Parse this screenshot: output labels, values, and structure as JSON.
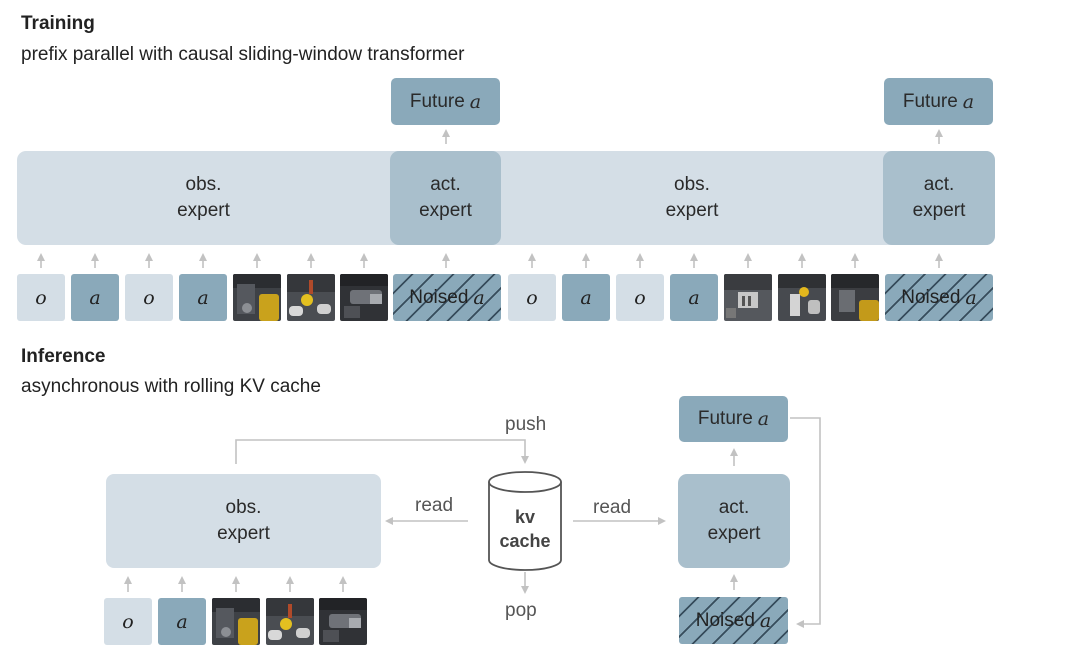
{
  "training": {
    "heading": "Training",
    "subtitle": "prefix parallel with causal sliding-window transformer",
    "obs_line1": "obs.",
    "obs_line2": "expert",
    "act_line1": "act.",
    "act_line2": "expert",
    "future_prefix": "Future",
    "future_var": "a",
    "noised_prefix": "Noised",
    "noised_var": "a",
    "token_o": "o",
    "token_a": "a"
  },
  "inference": {
    "heading": "Inference",
    "subtitle": "asynchronous with rolling KV cache",
    "obs_line1": "obs.",
    "obs_line2": "expert",
    "act_line1": "act.",
    "act_line2": "expert",
    "future_prefix": "Future",
    "future_var": "a",
    "noised_prefix": "Noised",
    "noised_var": "a",
    "push_label": "push",
    "pop_label": "pop",
    "read_left_label": "read",
    "read_right_label": "read",
    "cache_line1": "kv",
    "cache_line2": "cache",
    "token_o": "o",
    "token_a": "a"
  },
  "colors": {
    "light": "#d4dee6",
    "mid": "#a9bfcc",
    "dark": "#8aa9ba",
    "arrow": "#c2c2c2"
  }
}
